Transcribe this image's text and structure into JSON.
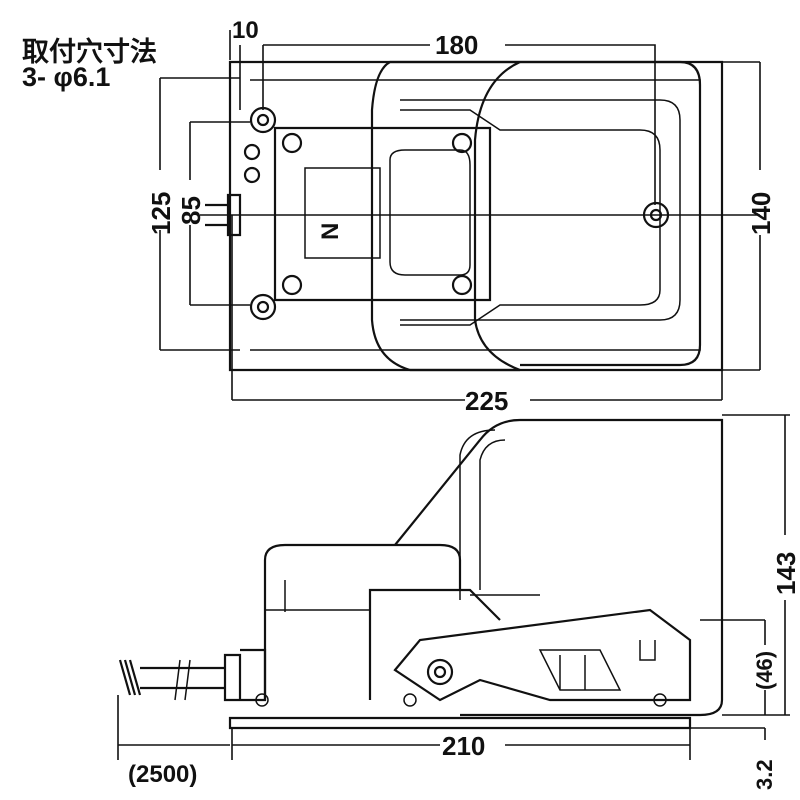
{
  "title": {
    "line1": "取付穴寸法",
    "line2": "3- φ6.1"
  },
  "top_view": {
    "dim_10": "10",
    "dim_180": "180",
    "dim_125": "125",
    "dim_85": "85",
    "dim_140": "140",
    "dim_225": "225",
    "mark_n": "N"
  },
  "side_view": {
    "dim_143": "143",
    "dim_46": "(46)",
    "dim_210": "210",
    "dim_2500": "(2500)",
    "dim_3_2": "3.2"
  }
}
